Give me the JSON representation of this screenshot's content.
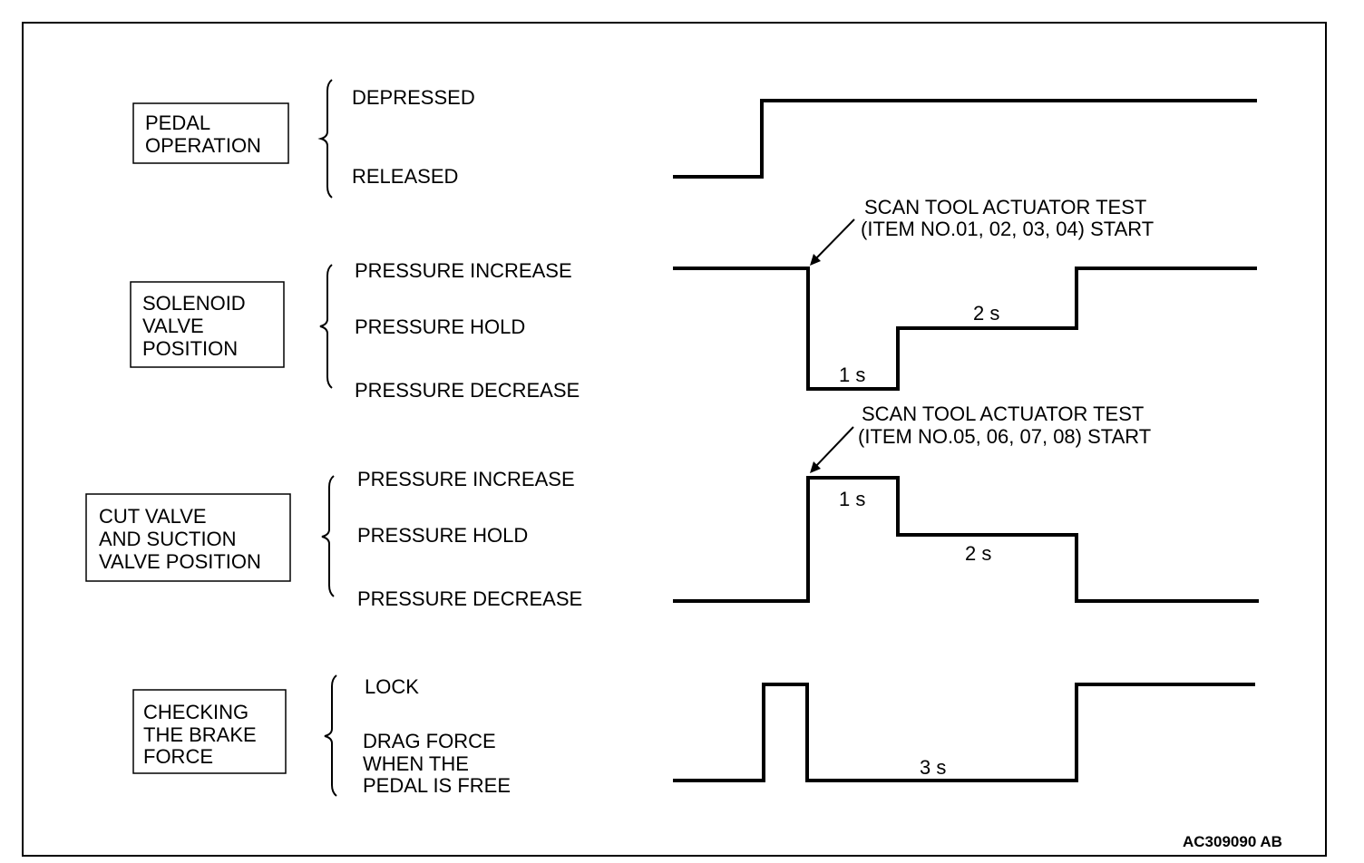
{
  "rows": [
    {
      "title_lines": [
        "PEDAL",
        "OPERATION"
      ],
      "states": [
        "DEPRESSED",
        "RELEASED"
      ]
    },
    {
      "title_lines": [
        "SOLENOID",
        "VALVE",
        "POSITION"
      ],
      "states": [
        "PRESSURE INCREASE",
        "PRESSURE HOLD",
        "PRESSURE DECREASE"
      ],
      "durations": [
        "1 s",
        "2 s"
      ],
      "annotation": [
        "SCAN TOOL ACTUATOR TEST",
        "(ITEM NO.01, 02, 03, 04) START"
      ]
    },
    {
      "title_lines": [
        "CUT VALVE",
        "AND SUCTION",
        "VALVE POSITION"
      ],
      "states": [
        "PRESSURE INCREASE",
        "PRESSURE HOLD",
        "PRESSURE DECREASE"
      ],
      "durations": [
        "1 s",
        "2 s"
      ],
      "annotation": [
        "SCAN TOOL ACTUATOR TEST",
        "(ITEM NO.05, 06, 07, 08) START"
      ]
    },
    {
      "title_lines": [
        "CHECKING",
        "THE BRAKE",
        "FORCE"
      ],
      "states": [
        "LOCK",
        "DRAG FORCE",
        "WHEN THE",
        "PEDAL IS FREE"
      ],
      "durations": [
        "3 s"
      ]
    }
  ],
  "figure_code": "AC309090 AB"
}
